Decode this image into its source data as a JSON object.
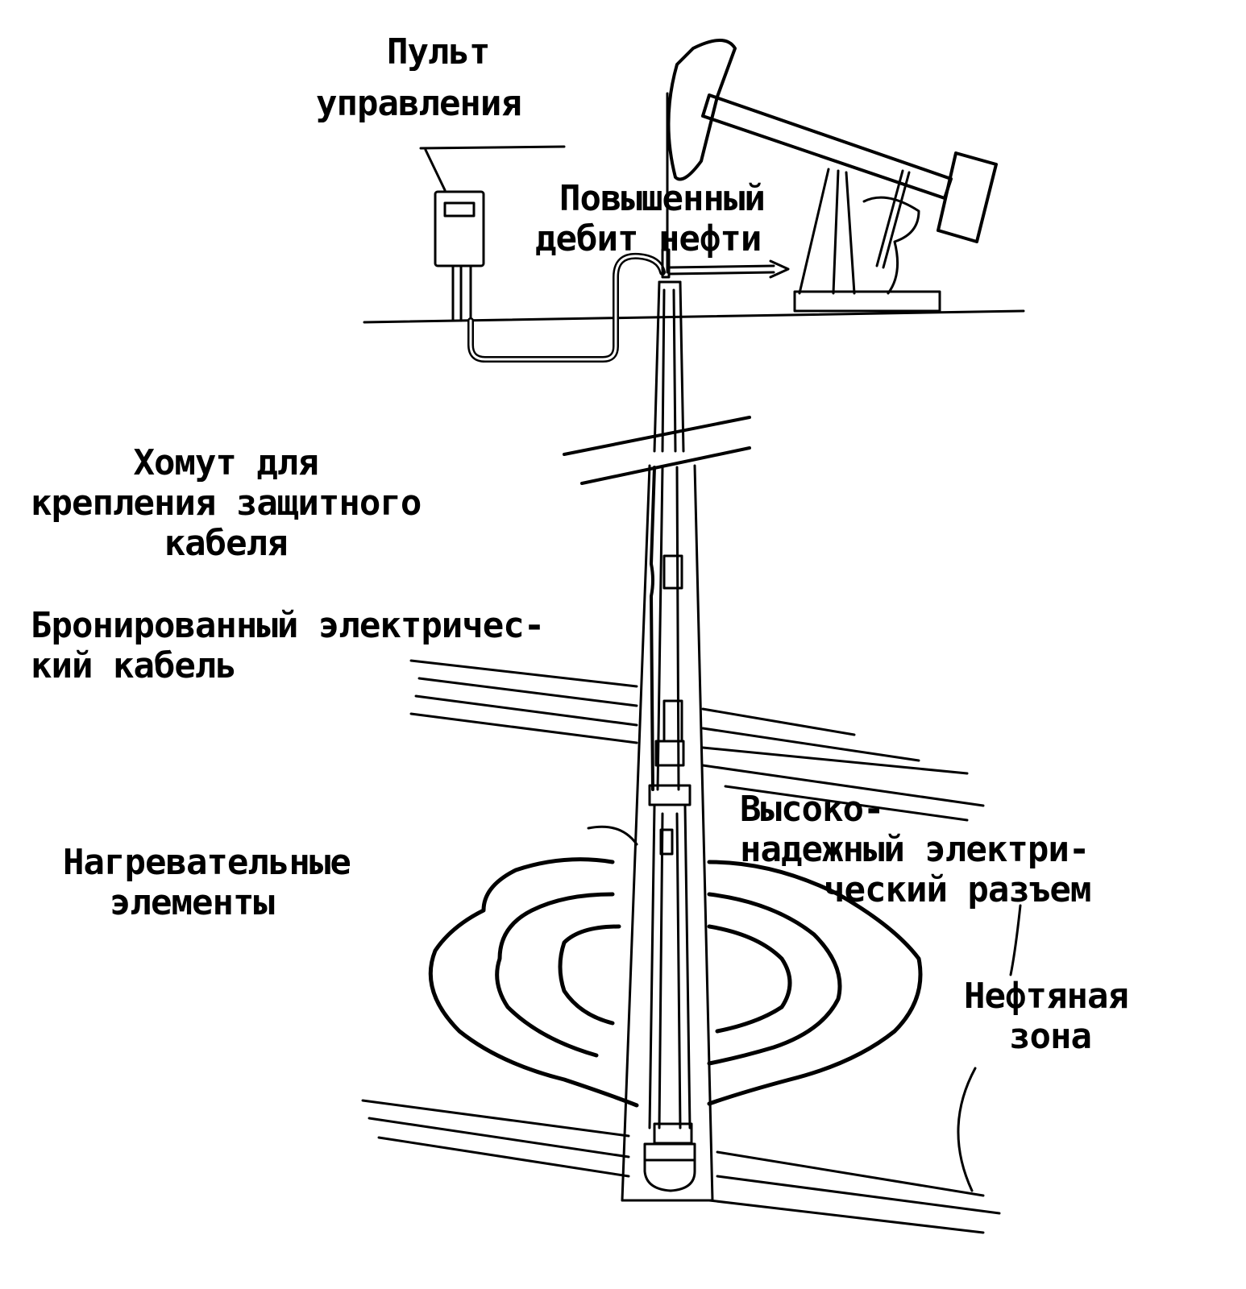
{
  "labels": {
    "control_panel": [
      "Пульт",
      "управления"
    ],
    "oil_output": [
      "Повышенный",
      "дебит нефти"
    ],
    "cable_clamp": [
      "Хомут для",
      "крепления защитного",
      "кабеля"
    ],
    "armored_cable": [
      "Бронированный электричес-",
      "кий кабель"
    ],
    "heating_elements": [
      "Нагревательные",
      "элементы"
    ],
    "connector": [
      "Высоко-",
      "надежный электри-",
      "ческий разъем"
    ],
    "oil_zone": [
      "Нефтяная",
      "зона"
    ]
  },
  "colors": {
    "ink": "#000000",
    "paper": "#ffffff"
  }
}
